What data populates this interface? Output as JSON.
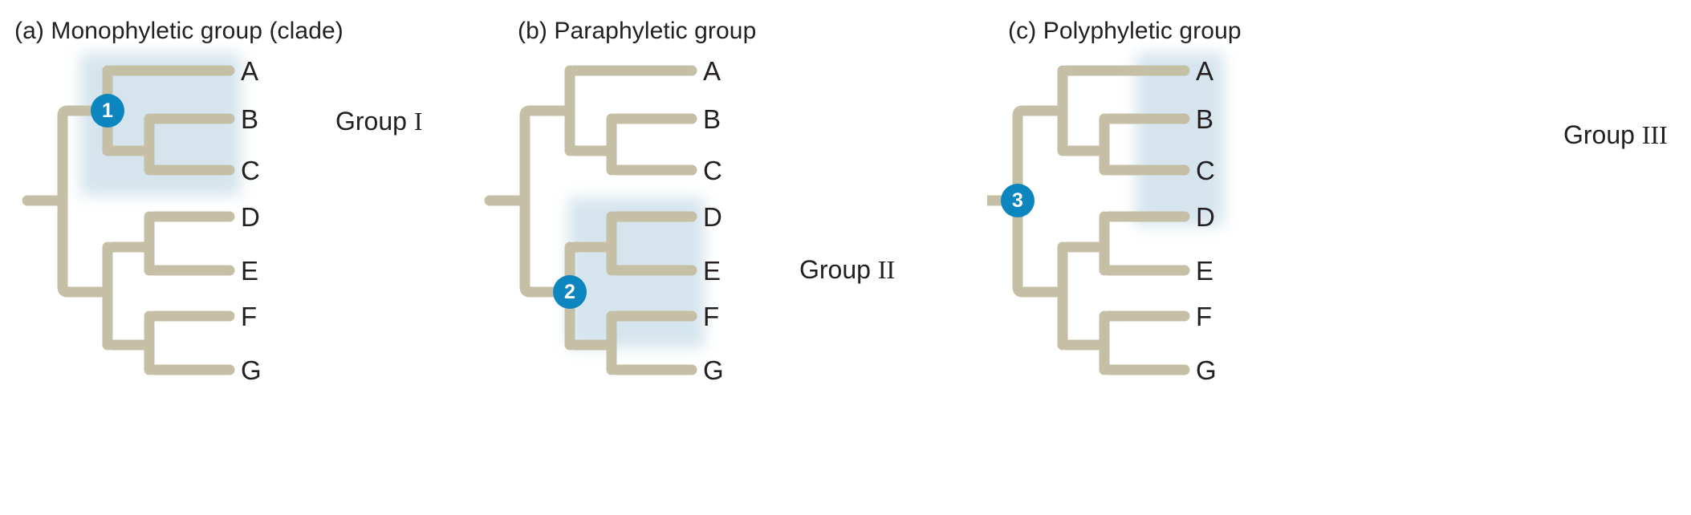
{
  "figure": {
    "colors": {
      "branch": "#c5bfa6",
      "node_badge": "#0d86bf",
      "highlight": "#d6e5ed",
      "text": "#231f20",
      "background": "#ffffff"
    }
  },
  "panels": [
    {
      "id": "a",
      "title": "(a) Monophyletic group (clade)",
      "tips": [
        "A",
        "B",
        "C",
        "D",
        "E",
        "F",
        "G"
      ],
      "group_label": "Group I",
      "group_label_prefix": "Group ",
      "group_label_numeral": "I",
      "node_badge": "1",
      "highlighted_tips": [
        "A",
        "B",
        "C"
      ],
      "topology": "(((A,(B,C)),((D,E),(F,G))))"
    },
    {
      "id": "b",
      "title": "(b) Paraphyletic group",
      "tips": [
        "A",
        "B",
        "C",
        "D",
        "E",
        "F",
        "G"
      ],
      "group_label": "Group II",
      "group_label_prefix": "Group ",
      "group_label_numeral": "II",
      "node_badge": "2",
      "highlighted_tips": [
        "D",
        "E",
        "F"
      ],
      "topology": "(((A,(B,C)),((D,E),(F,G))))"
    },
    {
      "id": "c",
      "title": "(c) Polyphyletic group",
      "tips": [
        "A",
        "B",
        "C",
        "D",
        "E",
        "F",
        "G"
      ],
      "group_label": "Group III",
      "group_label_prefix": "Group ",
      "group_label_numeral": "III",
      "node_badge": "3",
      "highlighted_tips": [
        "A",
        "B",
        "C",
        "D"
      ],
      "topology": "(((A,(B,C)),((D,E),(F,G))))"
    }
  ]
}
